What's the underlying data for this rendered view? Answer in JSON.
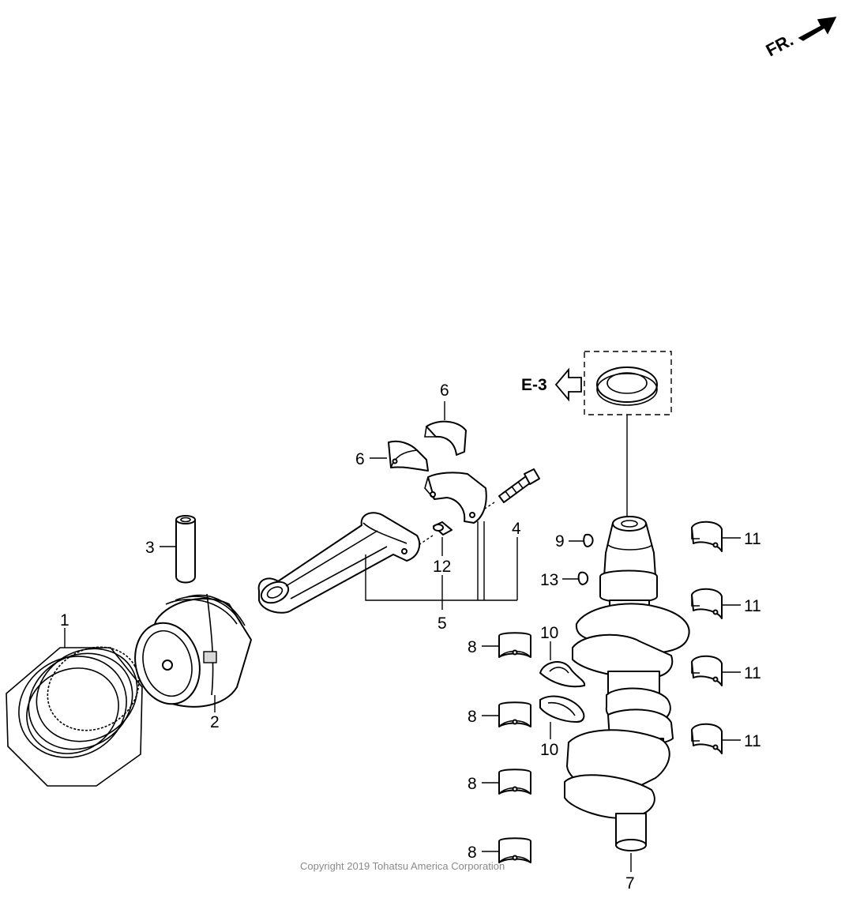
{
  "orientation_marker": {
    "label": "FR.",
    "icon": "forward-arrow-icon"
  },
  "reference": {
    "label": "E-3",
    "icon": "reference-arrow-icon"
  },
  "callouts": {
    "piston_ring_set": "1",
    "piston": "2",
    "piston_pin": "3",
    "rod_bolt": "4",
    "connecting_rod_assembly": "5",
    "rod_bearing_upper": "6",
    "rod_bearing_lower": "6",
    "crankshaft": "7",
    "main_bearing_1": "8",
    "main_bearing_2": "8",
    "main_bearing_3": "8",
    "main_bearing_4": "8",
    "key": "9",
    "thrust_washer_upper": "10",
    "thrust_washer_lower": "10",
    "main_bearing_a": "11",
    "main_bearing_b": "11",
    "main_bearing_c": "11",
    "main_bearing_d": "11",
    "dowel_pin": "12",
    "woodruff_key": "13"
  },
  "copyright": "Copyright 2019 Tohatsu America Corporation",
  "colors": {
    "line": "#000000",
    "background": "#ffffff",
    "copyright": "#8a8a8a"
  }
}
